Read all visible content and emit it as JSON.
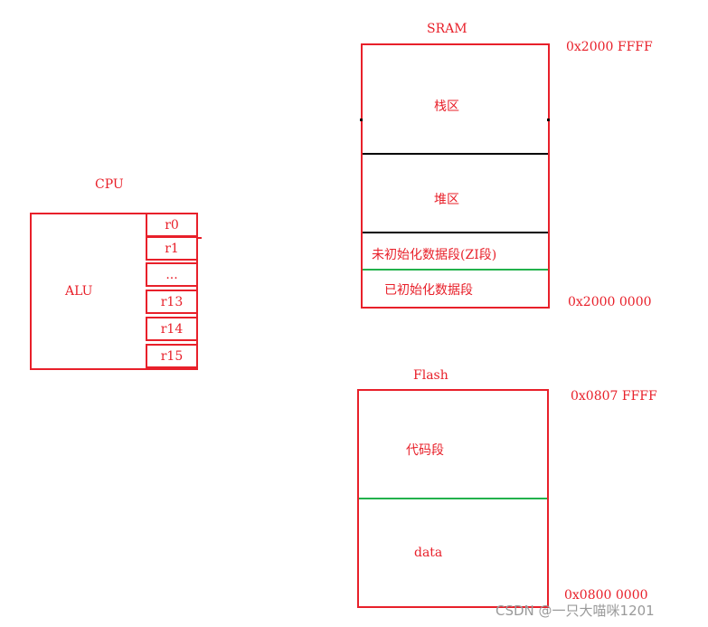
{
  "cpu": {
    "title": "CPU",
    "alu_label": "ALU",
    "registers": [
      "r0",
      "r1",
      "...",
      "r13",
      "r14",
      "r15"
    ]
  },
  "sram": {
    "title": "SRAM",
    "top_addr": "0x2000 FFFF",
    "bottom_addr": "0x2000 0000",
    "regions": [
      "栈区",
      "堆区",
      "未初始化数据段(ZI段)",
      "已初始化数据段"
    ]
  },
  "flash": {
    "title": "Flash",
    "top_addr": "0x0807 FFFF",
    "bottom_addr": "0x0800 0000",
    "regions": [
      "代码段",
      "data"
    ]
  },
  "colors": {
    "outline": "#e8202a",
    "black_divider": "#000000",
    "green_divider": "#22b14c"
  },
  "watermark": "CSDN @一只大喵咪1201"
}
